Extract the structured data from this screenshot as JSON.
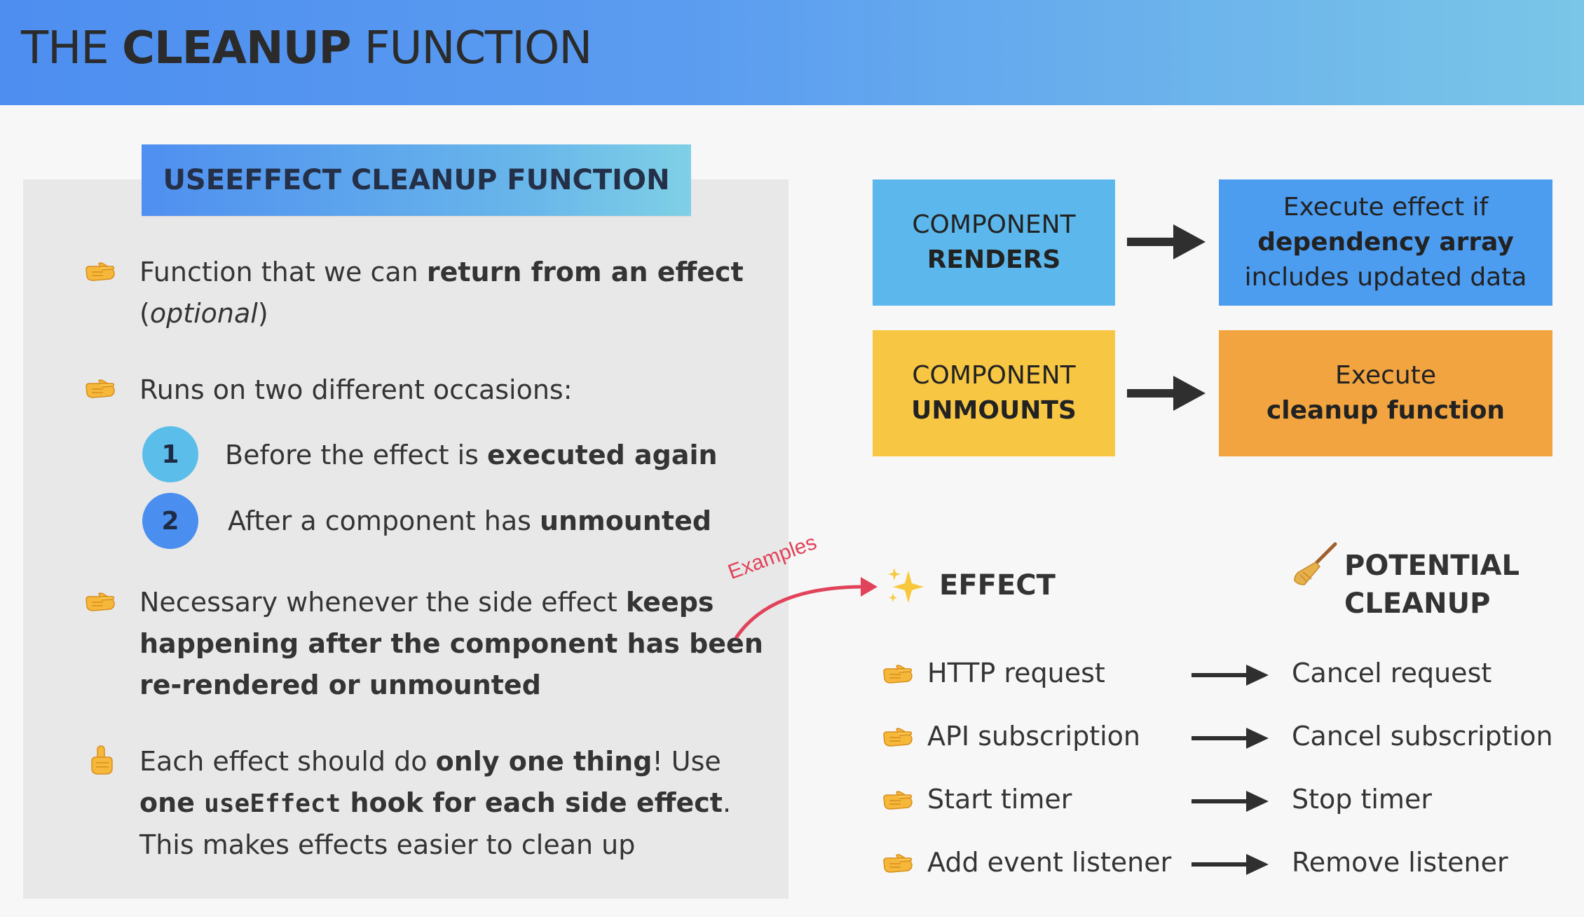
{
  "header": {
    "title_light_1": "THE ",
    "title_bold": "CLEANUP",
    "title_light_2": " FUNCTION"
  },
  "panel": {
    "title": "USEEFFECT CLEANUP FUNCTION",
    "bullet1": {
      "a": "Function that we can ",
      "b": "return from an effect",
      "c": "(",
      "d": "optional",
      "e": ")"
    },
    "bullet2": {
      "a": "Runs on two different occasions:"
    },
    "occasions": [
      {
        "num": "1",
        "a": "Before the effect is ",
        "b": "executed again"
      },
      {
        "num": "2",
        "a": "After a component has ",
        "b": "unmounted"
      }
    ],
    "bullet3": {
      "a": "Necessary whenever the side effect ",
      "b": "keeps",
      "c": "happening after the component has been",
      "d": "re-rendered or unmounted"
    },
    "bullet4": {
      "a": "Each effect should do ",
      "b": "only one thing",
      "c": "! Use",
      "d": "one ",
      "e": "useEffect",
      "f": " hook for each side effect",
      "g": ".",
      "h": "This makes effects easier to clean up"
    }
  },
  "examples_label": "Examples",
  "flow": [
    {
      "left_line1": "COMPONENT",
      "left_line2": "RENDERS",
      "right_line1": "Execute effect if",
      "right_line2": "dependency array",
      "right_line3": "includes updated data"
    },
    {
      "left_line1": "COMPONENT",
      "left_line2": "UNMOUNTS",
      "right_line1": "Execute",
      "right_line2": "cleanup function"
    }
  ],
  "examples": {
    "effect_head": "EFFECT",
    "cleanup_head_1": "POTENTIAL",
    "cleanup_head_2": "CLEANUP",
    "rows": [
      {
        "effect": "HTTP request",
        "cleanup": "Cancel request"
      },
      {
        "effect": "API subscription",
        "cleanup": "Cancel subscription"
      },
      {
        "effect": "Start timer",
        "cleanup": "Stop timer"
      },
      {
        "effect": "Add event listener",
        "cleanup": "Remove listener"
      }
    ]
  },
  "colors": {
    "blue_box": "#5cb8ec",
    "blue_box_dark": "#4c9cf0",
    "yellow_box": "#f7c744",
    "orange_box": "#f2a440",
    "circle1": "#5bbdea",
    "circle2": "#4a8ef0",
    "examples_red": "#e0435a"
  }
}
